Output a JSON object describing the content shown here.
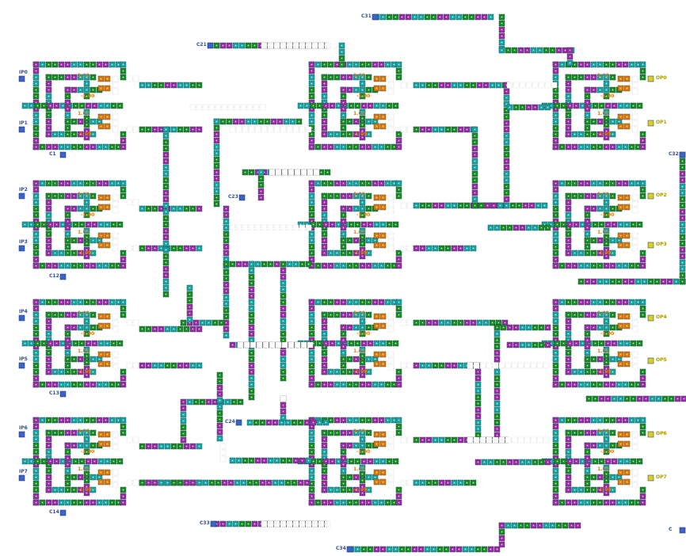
{
  "palette": {
    "teal": "#1fa3a3",
    "green": "#1f8a2a",
    "purple": "#9b2fa6",
    "orange": "#e07a10",
    "blue_port": "#3b63c8",
    "yellow_port": "#d8cf2a",
    "dots": "#c9c9c9",
    "in_text": "#2a4fa8",
    "out_text": "#a89a00",
    "val_text": "#e07a10"
  },
  "labels": {
    "inputs": [
      "IP0",
      "IP1",
      "IP2",
      "IP3",
      "IP4",
      "IP5",
      "IP6",
      "IP7"
    ],
    "outputs": [
      "OP0",
      "OP1",
      "OP2",
      "OP3",
      "OP4",
      "OP5",
      "OP6",
      "OP7"
    ],
    "controls": [
      "C1",
      "C12",
      "C13",
      "C14",
      "C21",
      "C23",
      "C24",
      "C31",
      "C33",
      "C34",
      "C32",
      "C"
    ]
  },
  "modules": [
    {
      "col": 0,
      "row": 0,
      "values": [
        "1.00",
        "-1.00",
        "1.00",
        "-1.00"
      ]
    },
    {
      "col": 0,
      "row": 1,
      "values": [
        "1.00",
        "-1.00",
        "1.00",
        "-1.00"
      ]
    },
    {
      "col": 0,
      "row": 2,
      "values": [
        "1.00",
        "-1.00",
        "1.00",
        "-1.00"
      ]
    },
    {
      "col": 0,
      "row": 3,
      "values": [
        "1.00",
        "-1.00",
        "1.00",
        "-1.00"
      ]
    },
    {
      "col": 1,
      "row": 0,
      "values": [
        "1.00",
        "-1.00",
        "1.00",
        "-1.00"
      ]
    },
    {
      "col": 1,
      "row": 1,
      "values": [
        "1.00",
        "-1.00",
        "1.00",
        "-1.00"
      ]
    },
    {
      "col": 1,
      "row": 2,
      "values": [
        "1.00",
        "-1.00",
        "1.00",
        "-1.00"
      ]
    },
    {
      "col": 1,
      "row": 3,
      "values": [
        "1.00",
        "-1.00",
        "1.00",
        "-1.00"
      ]
    },
    {
      "col": 2,
      "row": 0,
      "values": [
        "1.00",
        "-1.00",
        "1.00",
        "-1.00"
      ]
    },
    {
      "col": 2,
      "row": 1,
      "values": [
        "1.00",
        "-1.00",
        "1.00",
        "-1.00"
      ]
    },
    {
      "col": 2,
      "row": 2,
      "values": [
        "1.00",
        "-1.00",
        "1.00",
        "-1.00"
      ]
    },
    {
      "col": 2,
      "row": 3,
      "values": [
        "1.00",
        "-1.00",
        "1.00",
        "-1.00"
      ]
    }
  ]
}
